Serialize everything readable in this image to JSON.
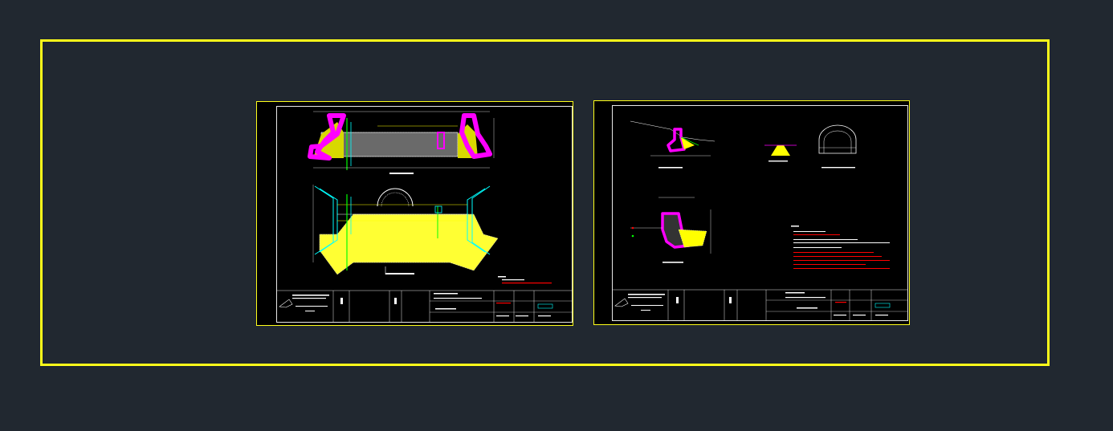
{
  "canvas": {
    "background_color": "#212830",
    "frame_color": "#ffff1a"
  },
  "colors": {
    "accent_magenta": "#ff00ff",
    "fill_yellow": "#ffff00",
    "line_cyan": "#00ffff",
    "line_green": "#00ff00",
    "line_white": "#ffffff",
    "note_red": "#ff0000"
  },
  "sheets": [
    {
      "id": "sheet-1",
      "drawings": [
        "plan-view",
        "section-view",
        "arch-detail"
      ],
      "title_block_icon": "design-institute-logo-icon"
    },
    {
      "id": "sheet-2",
      "drawings": [
        "wall-section-1",
        "wall-section-2",
        "detail-yellow",
        "arch-small-section"
      ],
      "title_block_icon": "design-institute-logo-icon"
    }
  ]
}
